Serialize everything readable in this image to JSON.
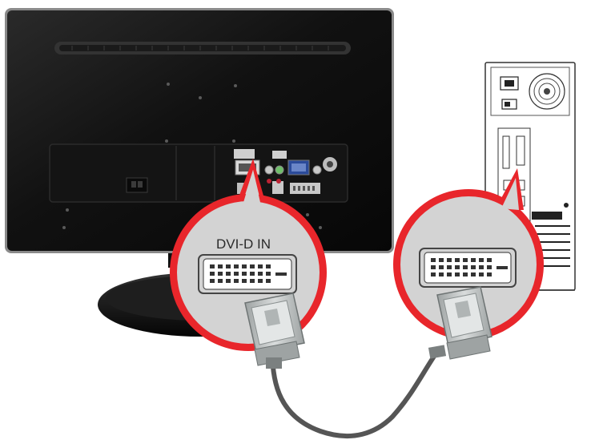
{
  "diagram": {
    "monitor_port_label": "DVI-D IN",
    "colors": {
      "callout_ring": "#e8262b",
      "callout_fill": "#d3d3d3",
      "monitor_body": "#161616",
      "cable": "#555555",
      "connector": "#bfc3c3",
      "pc_case": "#ffffff"
    },
    "icons": [
      "monitor-rear-panel",
      "monitor-stand",
      "pc-tower-rear",
      "dvi-port",
      "dvi-cable",
      "dvi-connector"
    ]
  }
}
